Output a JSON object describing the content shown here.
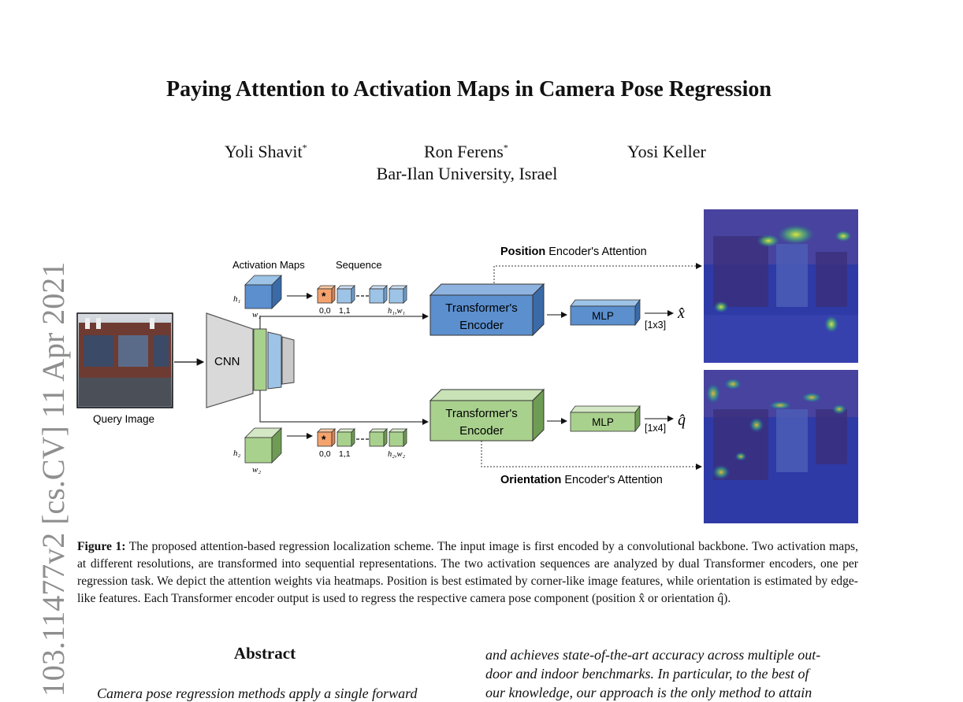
{
  "paper": {
    "title": "Paying Attention to Activation Maps in Camera Pose Regression",
    "authors": [
      "Yoli Shavit",
      "Ron Ferens",
      "Yosi Keller"
    ],
    "author_marks": [
      "*",
      "*",
      ""
    ],
    "affiliation": "Bar-Ilan University, Israel",
    "arxiv_stamp": "103.11477v2  [cs.CV]  11 Apr 2021"
  },
  "figure": {
    "query_label": "Query Image",
    "cnn_label": "CNN",
    "activation_maps_label": "Activation Maps",
    "sequence_label": "Sequence",
    "star_glyph": "*",
    "seq_index_first": "0,0",
    "seq_index_second": "1,1",
    "top_dims": {
      "h": "h1",
      "w": "w1",
      "hw": "h1,w1"
    },
    "bottom_dims": {
      "h": "h2",
      "w": "w2",
      "hw": "h2,w2"
    },
    "transformer_label_line1": "Transformer's",
    "transformer_label_line2": "Encoder",
    "mlp_label": "MLP",
    "position_output_dim": "[1x3]",
    "orientation_output_dim": "[1x4]",
    "position_symbol": "x̂",
    "orientation_symbol": "q̂",
    "position_attention_bold": "Position",
    "orientation_attention_bold": "Orientation",
    "attention_suffix": "Encoder's Attention",
    "colors": {
      "blue_fill": "#5b8fce",
      "blue_dark": "#3a6aa8",
      "green_fill": "#a9d18e",
      "green_dark": "#6f9c54",
      "orange_fill": "#f4a36f",
      "light_blue": "#9dc3e6",
      "gray": "#c9c9c9"
    }
  },
  "caption": {
    "label": "Figure 1:",
    "text": "The proposed attention-based regression localization scheme. The input image is first encoded by a convolutional backbone. Two activation maps, at different resolutions, are transformed into sequential representations. The two activation sequences are analyzed by dual Transformer encoders, one per regression task. We depict the attention weights via heatmaps. Position is best estimated by corner-like image features, while orientation is estimated by edge-like features. Each Transformer encoder output is used to regress the respective camera pose component (position x̂ or orientation q̂)."
  },
  "abstract": {
    "heading": "Abstract",
    "first_line": "Camera pose regression methods apply a single forward"
  },
  "column2": {
    "lines": [
      "and achieves state-of-the-art accuracy across multiple out-",
      "door and indoor benchmarks. In particular, to the best of",
      "our knowledge, our approach is the only method to attain"
    ]
  }
}
